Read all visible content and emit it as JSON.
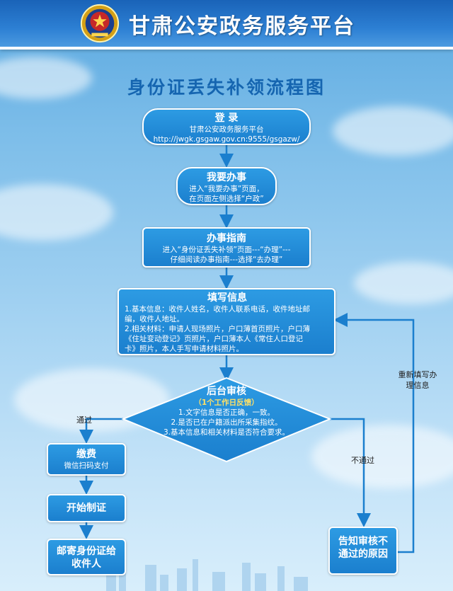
{
  "header": {
    "title": "甘肃公安政务服务平台"
  },
  "main_title": "身份证丢失补领流程图",
  "steps": {
    "login": {
      "title": "登 录",
      "lines": [
        "甘肃公安政务服务平台",
        "http://jwgk.gsgaw.gov.cn:9555/gsgazw/"
      ]
    },
    "woyao": {
      "title": "我要办事",
      "lines": [
        "进入“我要办事”页面，",
        "在页面左侧选择“户政”"
      ]
    },
    "guide": {
      "title": "办事指南",
      "lines": [
        "进入“身份证丢失补领”页面---“办理”---",
        "仔细阅读办事指南---选择“去办理”"
      ]
    },
    "fill": {
      "title": "填写信息",
      "lines": [
        "1.基本信息：收件人姓名，收件人联系电话，收件地址邮",
        "编，收件人地址。",
        "2.相关材料：申请人现场照片，户口薄首页照片，户口薄",
        "《住址变动登记》页照片，户口薄本人《常住人口登记",
        "卡》照片，本人手写申请材料照片。"
      ]
    },
    "review": {
      "title": "后台审核",
      "sub": "（1个工作日反馈）",
      "lines": [
        "1.文字信息是否正确，一致。",
        "2.是否已在户籍派出所采集指纹。",
        "3.基本信息和相关材料是否符合要求。"
      ]
    },
    "pay": {
      "title": "缴费",
      "lines": [
        "微信扫码支付"
      ]
    },
    "make": {
      "title": "开始制证"
    },
    "mail": {
      "title": "邮寄身份证给收件人"
    },
    "notify": {
      "title": "告知审核不通过的原因"
    }
  },
  "labels": {
    "pass": "通过",
    "fail": "不通过",
    "refill": "重新填写办理信息"
  }
}
